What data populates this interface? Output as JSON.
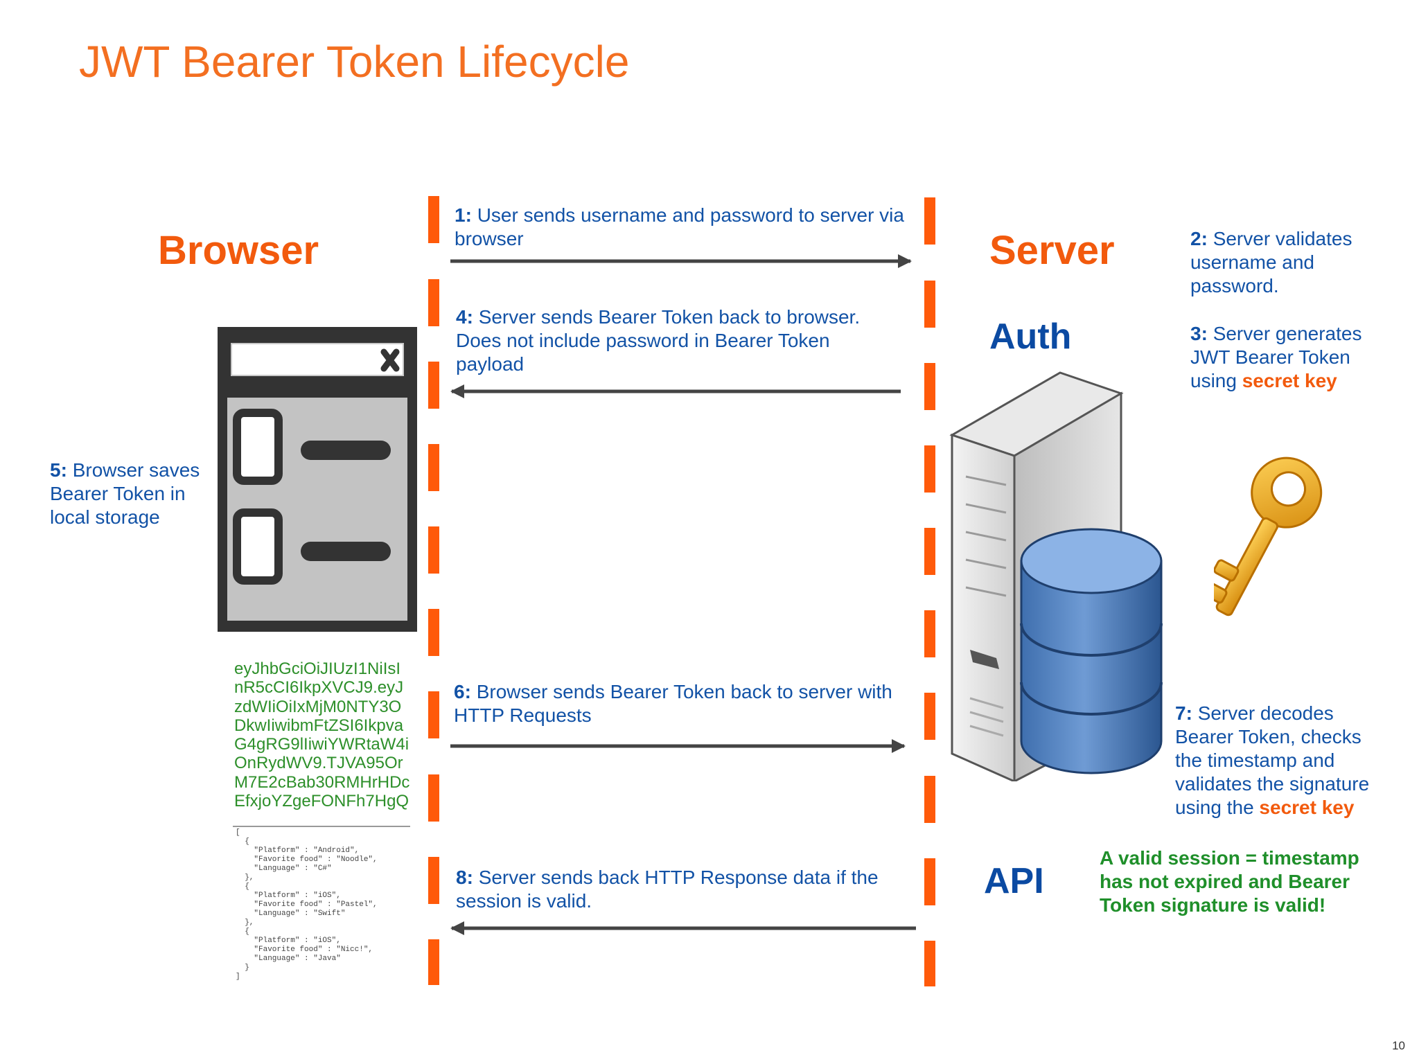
{
  "title": "JWT Bearer Token Lifecycle",
  "page_number": "10",
  "actors": {
    "browser": "Browser",
    "server": "Server",
    "auth": "Auth",
    "api": "API"
  },
  "steps": {
    "s1": {
      "num": "1:",
      "text": "User sends username and password to server via browser"
    },
    "s2": {
      "num": "2:",
      "text": "Server validates username and password."
    },
    "s3": {
      "num": "3:",
      "pre": "Server generates JWT Bearer Token using ",
      "key": "secret key"
    },
    "s4": {
      "num": "4:",
      "text": "Server sends Bearer Token back to browser.  Does not include password in Bearer Token payload"
    },
    "s5": {
      "num": "5:",
      "text": "Browser saves Bearer Token in local storage"
    },
    "s6": {
      "num": "6:",
      "text": "Browser sends Bearer Token back to server with HTTP Requests"
    },
    "s7": {
      "num": "7:",
      "pre": "Server decodes Bearer Token, checks the timestamp and validates the signature using the ",
      "key": "secret key"
    },
    "s8": {
      "num": "8:",
      "text": "Server sends back HTTP Response data if the session is valid."
    }
  },
  "valid_note": "A valid session = timestamp has not expired and Bearer Token signature is valid!",
  "token_lines": [
    "eyJhbGciOiJIUzI1NiIsI",
    "nR5cCI6IkpXVCJ9.eyJ",
    "zdWIiOiIxMjM0NTY3O",
    "DkwIiwibmFtZSI6Ikpva",
    "G4gRG9lIiwiYWRtaW4i",
    "OnRydWV9.TJVA95Or",
    "M7E2cBab30RMHrHDc",
    "EfxjoYZgeFONFh7HgQ"
  ],
  "json_sample": "[\n  {\n    \"Platform\" : \"Android\",\n    \"Favorite food\" : \"Noodle\",\n    \"Language\" : \"C#\"\n  },\n  {\n    \"Platform\" : \"iOS\",\n    \"Favorite food\" : \"Pastel\",\n    \"Language\" : \"Swift\"\n  },\n  {\n    \"Platform\" : \"iOS\",\n    \"Favorite food\" : \"Nicc!\",\n    \"Language\" : \"Java\"\n  }\n]"
}
